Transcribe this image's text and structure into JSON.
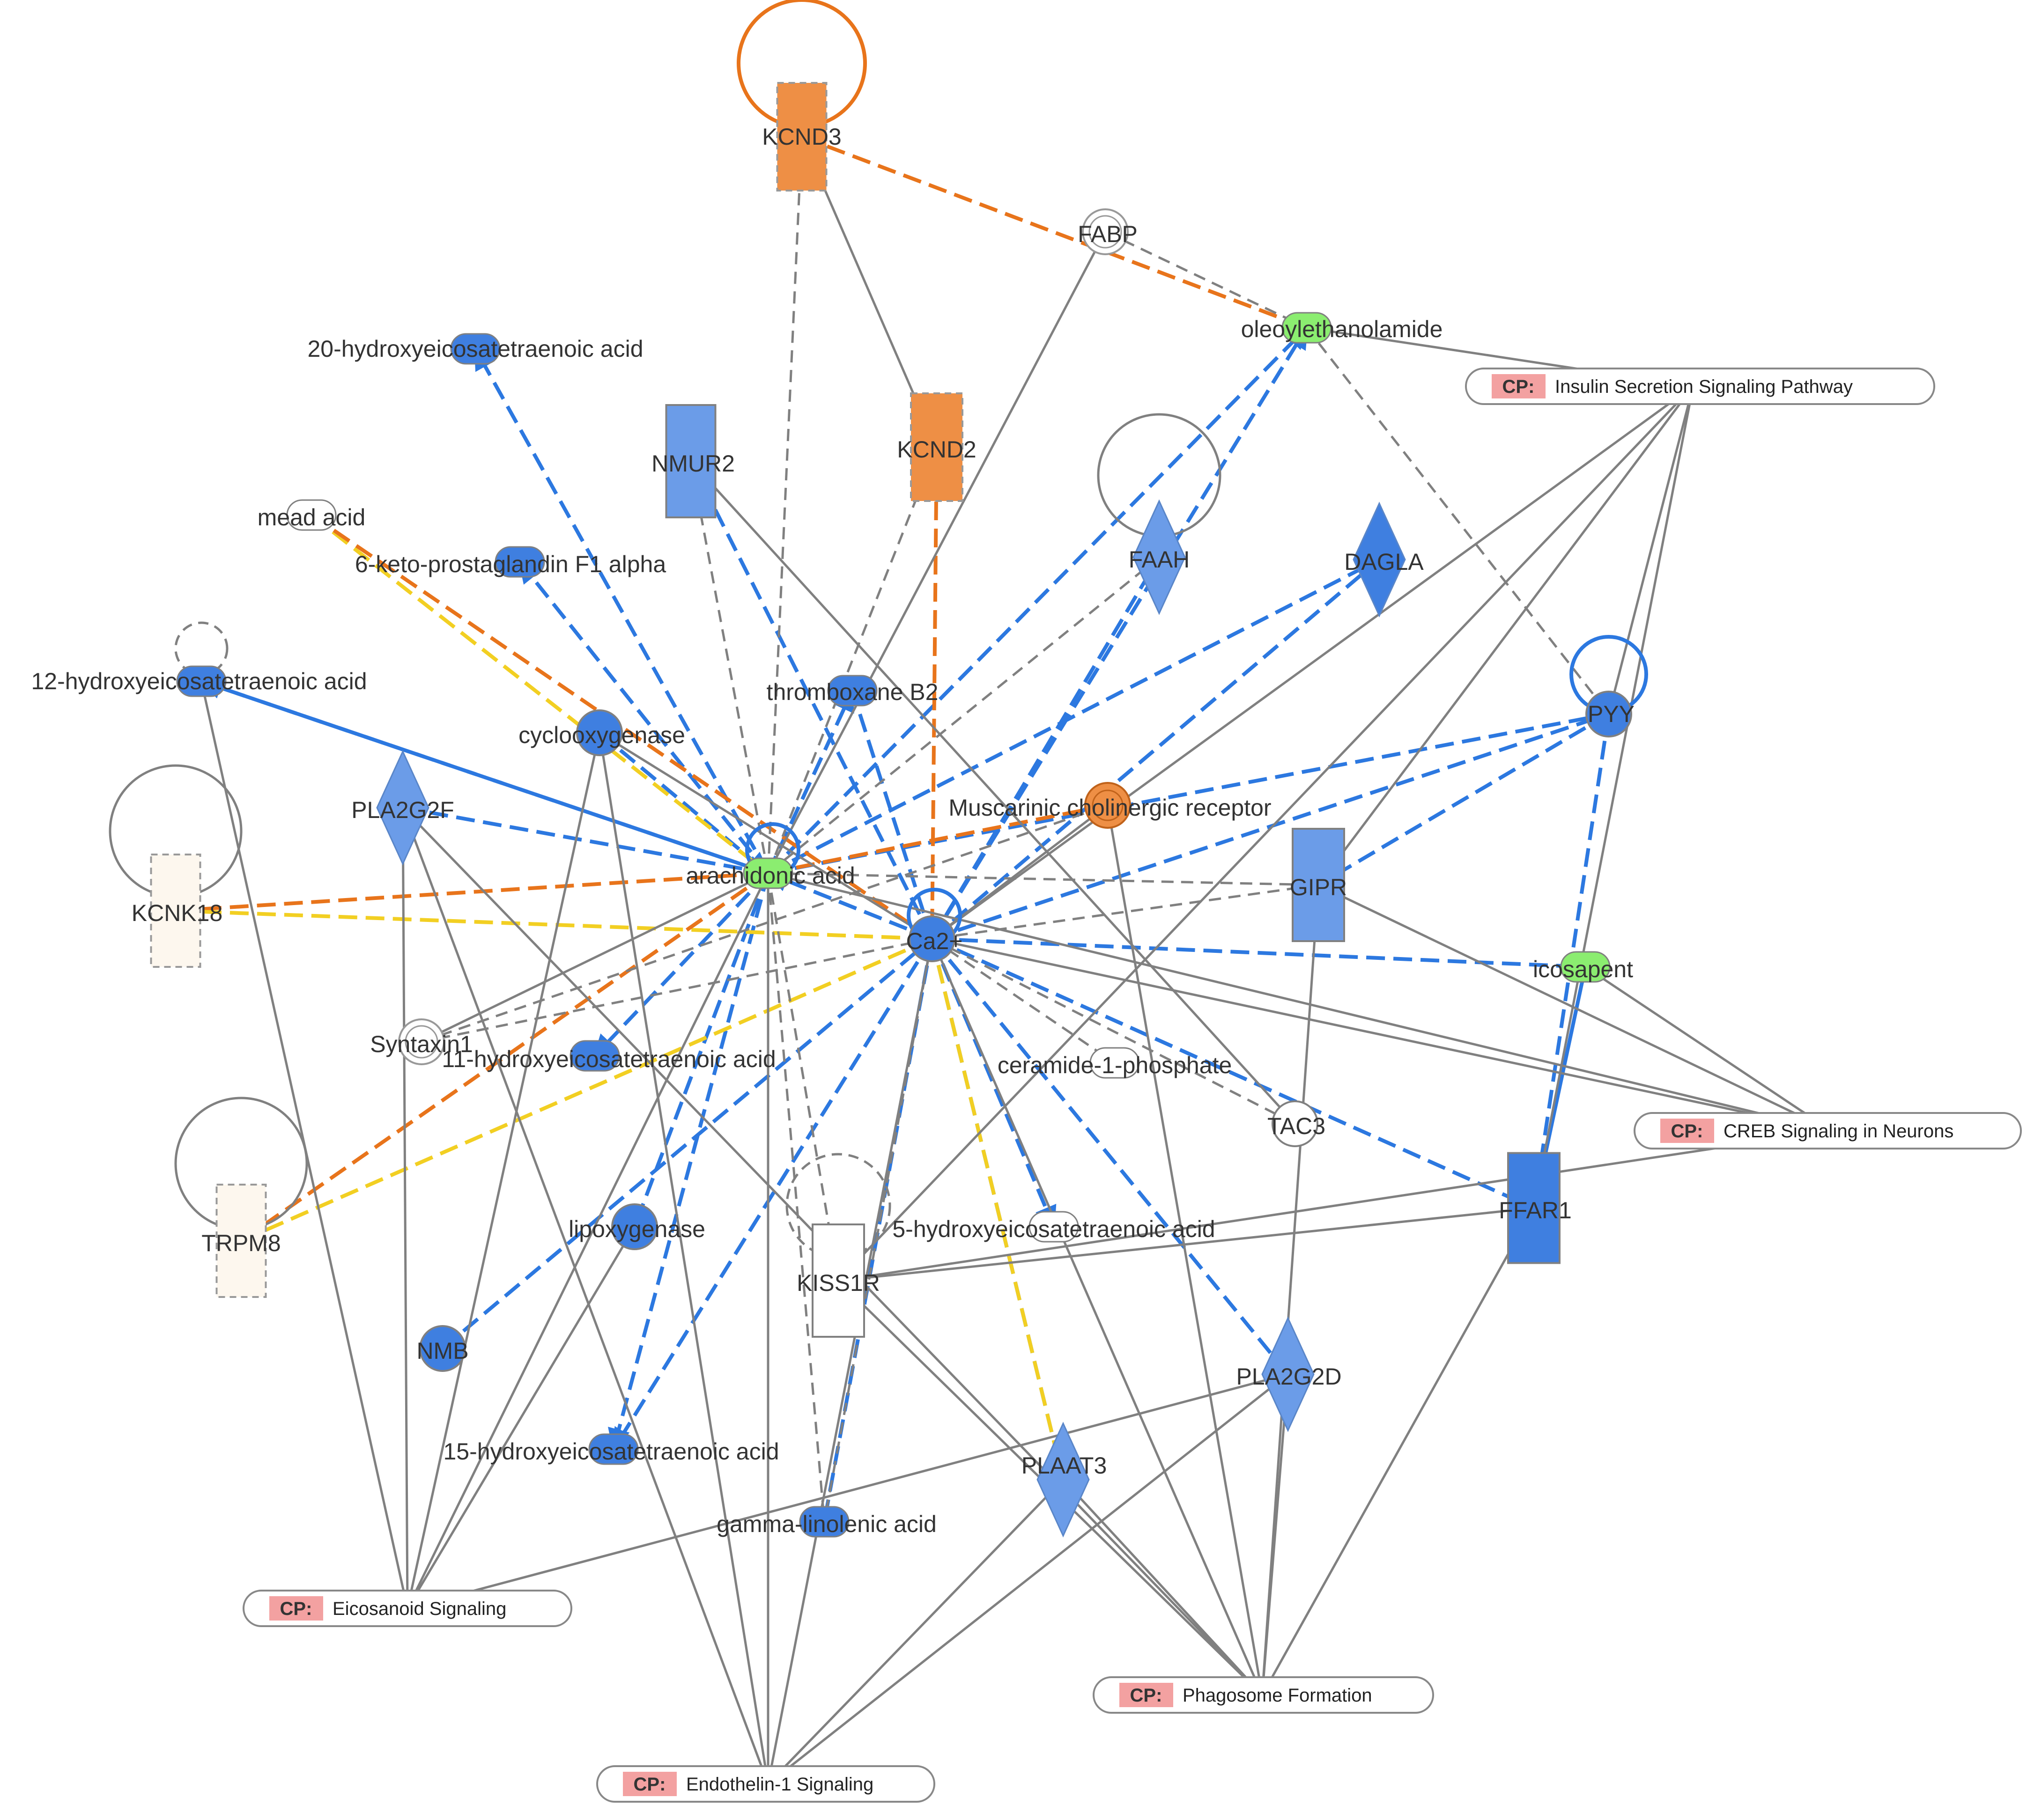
{
  "colors": {
    "blue_node": "#3f7fe0",
    "blue_node_light": "#6b9ce8",
    "orange_node": "#ee8f45",
    "green_node": "#8bed70",
    "pale_node": "#fdf7ee",
    "blue_edge": "#2c78e0",
    "orange_edge": "#e8741b",
    "yellow_edge": "#f2cf22",
    "gray_edge": "#808080",
    "cp_tag": "#f3a1a1"
  },
  "nodes": [
    {
      "id": "KCND3",
      "label": "KCND3",
      "shape": "rect",
      "fill": "orange_node",
      "dashed": true,
      "loop": "orange_edge"
    },
    {
      "id": "FABP",
      "label": "FABP",
      "shape": "ring",
      "fill": "none"
    },
    {
      "id": "oleoylethanolamide",
      "label": "oleoylethanolamide",
      "shape": "pill",
      "fill": "green_node"
    },
    {
      "id": "20-HETE",
      "label": "20-hydroxyeicosatetraenoic acid",
      "shape": "pill",
      "fill": "blue_node"
    },
    {
      "id": "NMUR2",
      "label": "NMUR2",
      "shape": "rect",
      "fill": "blue_node_light"
    },
    {
      "id": "KCND2",
      "label": "KCND2",
      "shape": "rect",
      "fill": "orange_node",
      "dashed": true
    },
    {
      "id": "mead_acid",
      "label": "mead acid",
      "shape": "pill",
      "fill": "none"
    },
    {
      "id": "6-keto-PGF1a",
      "label": "6-keto-prostaglandin F1 alpha",
      "shape": "pill",
      "fill": "blue_node"
    },
    {
      "id": "FAAH",
      "label": "FAAH",
      "shape": "diamond",
      "fill": "blue_node_light",
      "loop": "gray_edge"
    },
    {
      "id": "DAGLA",
      "label": "DAGLA",
      "shape": "diamond",
      "fill": "blue_node"
    },
    {
      "id": "12-HETE",
      "label": "12-hydroxyeicosatetraenoic acid",
      "shape": "pill",
      "fill": "blue_node",
      "loop": "gray_dashed"
    },
    {
      "id": "thromboxane_B2",
      "label": "thromboxane B2",
      "shape": "pill",
      "fill": "blue_node"
    },
    {
      "id": "PYY",
      "label": "PYY",
      "shape": "circle",
      "fill": "blue_node",
      "loop": "blue_edge"
    },
    {
      "id": "cyclooxygenase",
      "label": "cyclooxygenase",
      "shape": "circle",
      "fill": "blue_node"
    },
    {
      "id": "PLA2G2F",
      "label": "PLA2G2F",
      "shape": "diamond",
      "fill": "blue_node_light"
    },
    {
      "id": "muscarinic",
      "label": "Muscarinic cholinergic receptor",
      "shape": "double-circle",
      "fill": "orange_node"
    },
    {
      "id": "KCNK18",
      "label": "KCNK18",
      "shape": "rect",
      "fill": "pale_node",
      "dashed": true,
      "loop": "gray_edge"
    },
    {
      "id": "arachidonic_acid",
      "label": "arachidonic acid",
      "shape": "pill",
      "fill": "green_node",
      "loop": "blue_edge"
    },
    {
      "id": "GIPR",
      "label": "GIPR",
      "shape": "rect",
      "fill": "blue_node_light"
    },
    {
      "id": "Ca2",
      "label": "Ca2+",
      "shape": "circle",
      "fill": "blue_node",
      "loop": "blue_edge"
    },
    {
      "id": "icosapent",
      "label": "icosapent",
      "shape": "pill",
      "fill": "green_node"
    },
    {
      "id": "Syntaxin1",
      "label": "Syntaxin1",
      "shape": "ring",
      "fill": "none"
    },
    {
      "id": "11-HETE",
      "label": "11-hydroxyeicosatetraenoic acid",
      "shape": "pill",
      "fill": "blue_node"
    },
    {
      "id": "ceramide-1-phosphate",
      "label": "ceramide-1-phosphate",
      "shape": "pill",
      "fill": "none"
    },
    {
      "id": "TAC3",
      "label": "TAC3",
      "shape": "circle",
      "fill": "none"
    },
    {
      "id": "FFAR1",
      "label": "FFAR1",
      "shape": "rect",
      "fill": "blue_node"
    },
    {
      "id": "TRPM8",
      "label": "TRPM8",
      "shape": "rect",
      "fill": "pale_node",
      "dashed": true,
      "loop": "gray_edge"
    },
    {
      "id": "lipoxygenase",
      "label": "lipoxygenase",
      "shape": "circle",
      "fill": "blue_node"
    },
    {
      "id": "5-HETE",
      "label": "5-hydroxyeicosatetraenoic acid",
      "shape": "pill",
      "fill": "none"
    },
    {
      "id": "KISS1R",
      "label": "KISS1R",
      "shape": "rect",
      "fill": "none",
      "loop": "gray_dashed"
    },
    {
      "id": "NMB",
      "label": "NMB",
      "shape": "circle",
      "fill": "blue_node"
    },
    {
      "id": "PLA2G2D",
      "label": "PLA2G2D",
      "shape": "diamond",
      "fill": "blue_node_light"
    },
    {
      "id": "15-HETE",
      "label": "15-hydroxyeicosatetraenoic acid",
      "shape": "pill",
      "fill": "blue_node"
    },
    {
      "id": "PLAAT3",
      "label": "PLAAT3",
      "shape": "diamond",
      "fill": "blue_node_light"
    },
    {
      "id": "GLA",
      "label": "gamma-linolenic acid",
      "shape": "pill",
      "fill": "blue_node"
    }
  ],
  "canonical_pathways": [
    {
      "id": "CP_insulin",
      "tag": "CP:",
      "label": "Insulin Secretion Signaling Pathway"
    },
    {
      "id": "CP_creb",
      "tag": "CP:",
      "label": "CREB Signaling in Neurons"
    },
    {
      "id": "CP_eicosanoid",
      "tag": "CP:",
      "label": "Eicosanoid Signaling"
    },
    {
      "id": "CP_phagosome",
      "tag": "CP:",
      "label": "Phagosome Formation"
    },
    {
      "id": "CP_endothelin",
      "tag": "CP:",
      "label": "Endothelin-1 Signaling"
    }
  ],
  "edges": [
    [
      "arachidonic_acid",
      "20-HETE",
      "blue_edge",
      "dashed",
      "arrow"
    ],
    [
      "arachidonic_acid",
      "6-keto-PGF1a",
      "blue_edge",
      "dashed",
      "arrow"
    ],
    [
      "arachidonic_acid",
      "12-HETE",
      "blue_edge",
      "dashed",
      "arrow"
    ],
    [
      "12-HETE",
      "arachidonic_acid",
      "blue_edge",
      "dashed",
      "arrow"
    ],
    [
      "arachidonic_acid",
      "thromboxane_B2",
      "blue_edge",
      "dashed",
      "arrow"
    ],
    [
      "arachidonic_acid",
      "11-HETE",
      "blue_edge",
      "dashed",
      "arrow"
    ],
    [
      "arachidonic_acid",
      "15-HETE",
      "blue_edge",
      "dashed",
      "arrow"
    ],
    [
      "arachidonic_acid",
      "lipoxygenase",
      "blue_edge",
      "dashed",
      "arrow"
    ],
    [
      "arachidonic_acid",
      "PYY",
      "blue_edge",
      "dashed",
      "arrow"
    ],
    [
      "arachidonic_acid",
      "DAGLA",
      "blue_edge",
      "dashed",
      "arrow"
    ],
    [
      "arachidonic_acid",
      "oleoylethanolamide",
      "blue_edge",
      "dashed",
      "arrow"
    ],
    [
      "cyclooxygenase",
      "arachidonic_acid",
      "blue_edge",
      "dashed",
      "arrow"
    ],
    [
      "PLA2G2F",
      "arachidonic_acid",
      "blue_edge",
      "dashed",
      "arrow"
    ],
    [
      "NMB",
      "Ca2",
      "blue_edge",
      "dashed",
      "arrow"
    ],
    [
      "Ca2",
      "FAAH",
      "blue_edge",
      "dashed",
      "arrow"
    ],
    [
      "Ca2",
      "DAGLA",
      "blue_edge",
      "dashed",
      "arrow"
    ],
    [
      "Ca2",
      "oleoylethanolamide",
      "blue_edge",
      "dashed",
      "arrow"
    ],
    [
      "Ca2",
      "PYY",
      "blue_edge",
      "dashed",
      "arrow"
    ],
    [
      "Ca2",
      "icosapent",
      "blue_edge",
      "dashed",
      "none"
    ],
    [
      "Ca2",
      "FFAR1",
      "blue_edge",
      "dashed",
      "none"
    ],
    [
      "Ca2",
      "PLA2G2D",
      "blue_edge",
      "dashed",
      "arrow"
    ],
    [
      "Ca2",
      "PLAAT3",
      "blue_edge",
      "dashed",
      "arrow"
    ],
    [
      "Ca2",
      "GLA",
      "blue_edge",
      "dashed",
      "none"
    ],
    [
      "Ca2",
      "15-HETE",
      "blue_edge",
      "dashed",
      "arrow"
    ],
    [
      "Ca2",
      "thromboxane_B2",
      "blue_edge",
      "dashed",
      "none"
    ],
    [
      "Ca2",
      "arachidonic_acid",
      "blue_edge",
      "dashed",
      "arrow"
    ],
    [
      "Ca2",
      "5-HETE",
      "blue_edge",
      "dashed",
      "arrow"
    ],
    [
      "NMUR2",
      "Ca2",
      "blue_edge",
      "dashed",
      "arrow"
    ],
    [
      "PYY",
      "GIPR",
      "blue_edge",
      "dashed",
      "arrow"
    ],
    [
      "PYY",
      "FFAR1",
      "blue_edge",
      "dashed",
      "arrow"
    ],
    [
      "icosapent",
      "FFAR1",
      "blue_edge",
      "solid",
      "arrow"
    ],
    [
      "GIPR",
      "Ca2",
      "gray_edge",
      "dashed",
      "arrow"
    ],
    [
      "KCND2",
      "Ca2",
      "orange_edge",
      "dashed",
      "inhibit"
    ],
    [
      "KCND3",
      "oleoylethanolamide",
      "orange_edge",
      "dashed",
      "inhibit"
    ],
    [
      "muscarinic",
      "arachidonic_acid",
      "orange_edge",
      "dashed",
      "arrow"
    ],
    [
      "KCNK18",
      "arachidonic_acid",
      "orange_edge",
      "dashed",
      "none"
    ],
    [
      "KCNK18",
      "Ca2",
      "yellow_edge",
      "dashed",
      "none"
    ],
    [
      "TRPM8",
      "arachidonic_acid",
      "orange_edge",
      "dashed",
      "none"
    ],
    [
      "TRPM8",
      "Ca2",
      "yellow_edge",
      "dashed",
      "none"
    ],
    [
      "mead_acid",
      "arachidonic_acid",
      "yellow_edge",
      "dashed",
      "none"
    ],
    [
      "mead_acid",
      "Ca2",
      "orange_edge",
      "dashed",
      "none"
    ],
    [
      "Ca2",
      "PLAAT3",
      "yellow_edge",
      "dashed",
      "none"
    ],
    [
      "arachidonic_acid",
      "KCND3",
      "gray_edge",
      "dashed",
      "arrow"
    ],
    [
      "arachidonic_acid",
      "KCND2",
      "gray_edge",
      "dashed",
      "arrow"
    ],
    [
      "arachidonic_acid",
      "FAAH",
      "gray_edge",
      "dashed",
      "none"
    ],
    [
      "arachidonic_acid",
      "NMUR2",
      "gray_edge",
      "dashed",
      "none"
    ],
    [
      "arachidonic_acid",
      "Syntaxin1",
      "gray_edge",
      "solid",
      "arrow"
    ],
    [
      "arachidonic_acid",
      "GIPR",
      "gray_edge",
      "dashed",
      "none"
    ],
    [
      "arachidonic_acid",
      "GLA",
      "gray_edge",
      "dashed",
      "arrow"
    ],
    [
      "arachidonic_acid",
      "KISS1R",
      "gray_edge",
      "dashed",
      "none"
    ],
    [
      "Ca2",
      "ceramide-1-phosphate",
      "gray_edge",
      "dashed",
      "arrow"
    ],
    [
      "Ca2",
      "TAC3",
      "gray_edge",
      "dashed",
      "arrow"
    ],
    [
      "Ca2",
      "Syntaxin1",
      "gray_edge",
      "dashed",
      "none"
    ],
    [
      "Ca2",
      "muscarinic",
      "gray_edge",
      "solid",
      "none"
    ],
    [
      "Ca2",
      "GLA",
      "gray_edge",
      "dashed",
      "none"
    ],
    [
      "FABP",
      "oleoylethanolamide",
      "gray_edge",
      "dashed",
      "arrow"
    ],
    [
      "oleoylethanolamide",
      "PYY",
      "gray_edge",
      "dashed",
      "arrow"
    ],
    [
      "KCND3",
      "KCND2",
      "gray_edge",
      "solid",
      "none"
    ],
    [
      "FABP",
      "arachidonic_acid",
      "gray_edge",
      "solid",
      "none"
    ],
    [
      "oleoylethanolamide",
      "CP_insulin",
      "gray_edge",
      "solid",
      "none"
    ],
    [
      "NMUR2",
      "TAC3",
      "gray_edge",
      "solid",
      "none"
    ],
    [
      "arachidonic_acid",
      "CP_creb",
      "gray_edge",
      "solid",
      "none"
    ],
    [
      "GIPR",
      "CP_creb",
      "gray_edge",
      "solid",
      "none"
    ],
    [
      "Ca2",
      "CP_creb",
      "gray_edge",
      "solid",
      "none"
    ],
    [
      "icosapent",
      "CP_creb",
      "gray_edge",
      "solid",
      "none"
    ],
    [
      "KISS1R",
      "CP_creb",
      "gray_edge",
      "solid",
      "none"
    ],
    [
      "CP_insulin",
      "Ca2",
      "gray_edge",
      "solid",
      "none"
    ],
    [
      "CP_insulin",
      "GIPR",
      "gray_edge",
      "solid",
      "arrow"
    ],
    [
      "CP_insulin",
      "FFAR1",
      "gray_edge",
      "solid",
      "none"
    ],
    [
      "CP_insulin",
      "PYY",
      "gray_edge",
      "solid",
      "none"
    ],
    [
      "CP_insulin",
      "KISS1R",
      "gray_edge",
      "solid",
      "none"
    ],
    [
      "12-HETE",
      "CP_eicosanoid",
      "gray_edge",
      "solid",
      "none"
    ],
    [
      "PLA2G2F",
      "CP_eicosanoid",
      "gray_edge",
      "solid",
      "none"
    ],
    [
      "arachidonic_acid",
      "CP_eicosanoid",
      "gray_edge",
      "solid",
      "none"
    ],
    [
      "PLA2G2D",
      "CP_eicosanoid",
      "gray_edge",
      "solid",
      "none"
    ],
    [
      "cyclooxygenase",
      "CP_eicosanoid",
      "gray_edge",
      "solid",
      "none"
    ],
    [
      "lipoxygenase",
      "CP_eicosanoid",
      "gray_edge",
      "solid",
      "none"
    ],
    [
      "PLA2G2F",
      "CP_endothelin",
      "gray_edge",
      "solid",
      "none"
    ],
    [
      "arachidonic_acid",
      "CP_endothelin",
      "gray_edge",
      "solid",
      "none"
    ],
    [
      "Ca2",
      "CP_endothelin",
      "gray_edge",
      "solid",
      "none"
    ],
    [
      "PLAAT3",
      "CP_endothelin",
      "gray_edge",
      "solid",
      "none"
    ],
    [
      "PLA2G2D",
      "CP_endothelin",
      "gray_edge",
      "solid",
      "none"
    ],
    [
      "cyclooxygenase",
      "CP_endothelin",
      "gray_edge",
      "solid",
      "none"
    ],
    [
      "Ca2",
      "CP_phagosome",
      "gray_edge",
      "solid",
      "none"
    ],
    [
      "FFAR1",
      "CP_phagosome",
      "gray_edge",
      "solid",
      "none"
    ],
    [
      "PLA2G2D",
      "CP_phagosome",
      "gray_edge",
      "solid",
      "none"
    ],
    [
      "PLAAT3",
      "CP_phagosome",
      "gray_edge",
      "solid",
      "none"
    ],
    [
      "muscarinic",
      "CP_phagosome",
      "gray_edge",
      "solid",
      "none"
    ],
    [
      "GIPR",
      "CP_phagosome",
      "gray_edge",
      "solid",
      "none"
    ],
    [
      "KISS1R",
      "CP_phagosome",
      "gray_edge",
      "solid",
      "none"
    ],
    [
      "PLA2G2F",
      "CP_phagosome",
      "gray_edge",
      "solid",
      "none"
    ],
    [
      "FFAR1",
      "KISS1R",
      "gray_edge",
      "solid",
      "none"
    ],
    [
      "Syntaxin1",
      "muscarinic",
      "gray_edge",
      "dashed",
      "none"
    ],
    [
      "cyclooxygenase",
      "Ca2",
      "gray_edge",
      "solid",
      "none"
    ]
  ]
}
